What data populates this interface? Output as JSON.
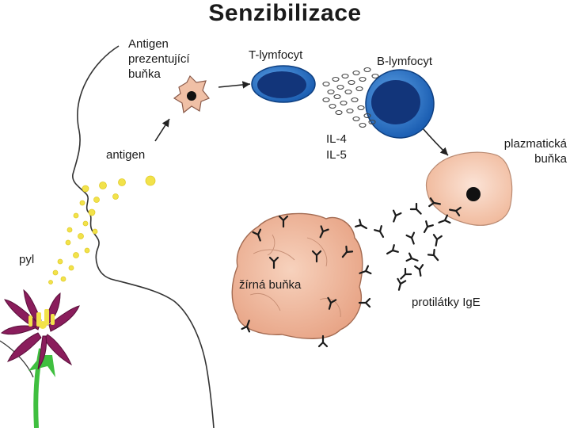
{
  "title": "Senzibilizace",
  "labels": {
    "apc": [
      "Antigen",
      "prezentující",
      "buňka"
    ],
    "t_cell": "T-lymfocyt",
    "b_cell": "B-lymfocyt",
    "il4": "IL-4",
    "il5": "IL-5",
    "plasma": [
      "plazmatická",
      "buňka"
    ],
    "antigen": "antigen",
    "pollen": "pyl",
    "mast": "žírná buňka",
    "ige": "protilátky IgE"
  },
  "colors": {
    "lymphocyte_dark": "#12357a",
    "lymphocyte_light": "#4a90d9",
    "cell_pink": "#f3c4a8",
    "pollen_yellow": "#f2e24a",
    "petal_purple": "#8a1d5c",
    "stem_green": "#3fbf3f"
  }
}
